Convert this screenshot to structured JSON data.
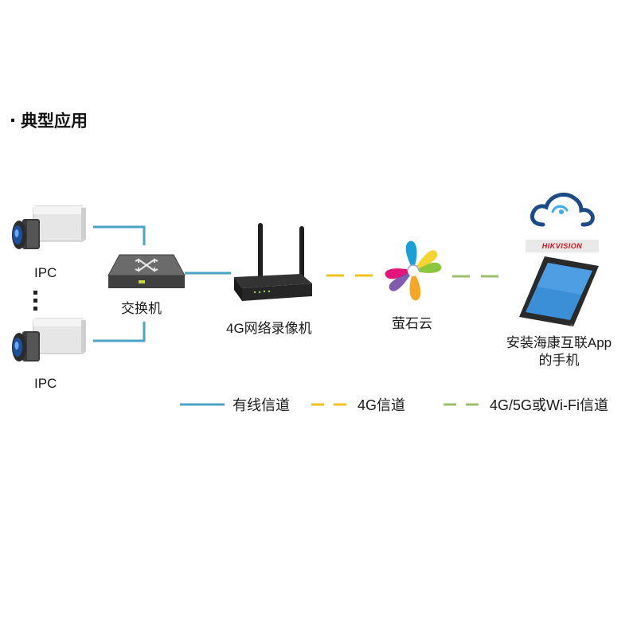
{
  "title": "典型应用",
  "nodes": {
    "ipc_top": "IPC",
    "ipc_bottom": "IPC",
    "switch": "交换机",
    "nvr": "4G网络录像机",
    "cloud": "萤石云",
    "phone_line1": "安装海康互联App",
    "phone_line2": "的手机"
  },
  "logo": {
    "brand": "HIKVISION"
  },
  "legend": [
    {
      "label": "有线信道",
      "color": "#4aa3c4",
      "style": "solid"
    },
    {
      "label": "4G信道",
      "color": "#f2c21b",
      "style": "dashed"
    },
    {
      "label": "4G/5G或Wi-Fi信道",
      "color": "#9bbf6a",
      "style": "dashed"
    }
  ],
  "colors": {
    "wired": "#4aa3c4",
    "channel_4g": "#f2c21b",
    "channel_wifi": "#9bbf6a"
  }
}
